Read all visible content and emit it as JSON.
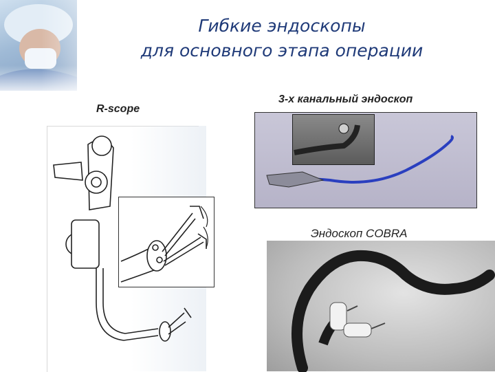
{
  "title": {
    "line1": "Гибкие эндоскопы",
    "line2": "для основного этапа операции"
  },
  "left_panel": {
    "caption": "R-scope"
  },
  "right_top_panel": {
    "caption": "3-х канальный эндоскоп"
  },
  "right_bottom_panel": {
    "caption": "Эндоскоп COBRA"
  },
  "colors": {
    "title": "#1f3a78",
    "blue_scope": "#2a3fbf",
    "photo_bg": "#b9b6cb"
  }
}
